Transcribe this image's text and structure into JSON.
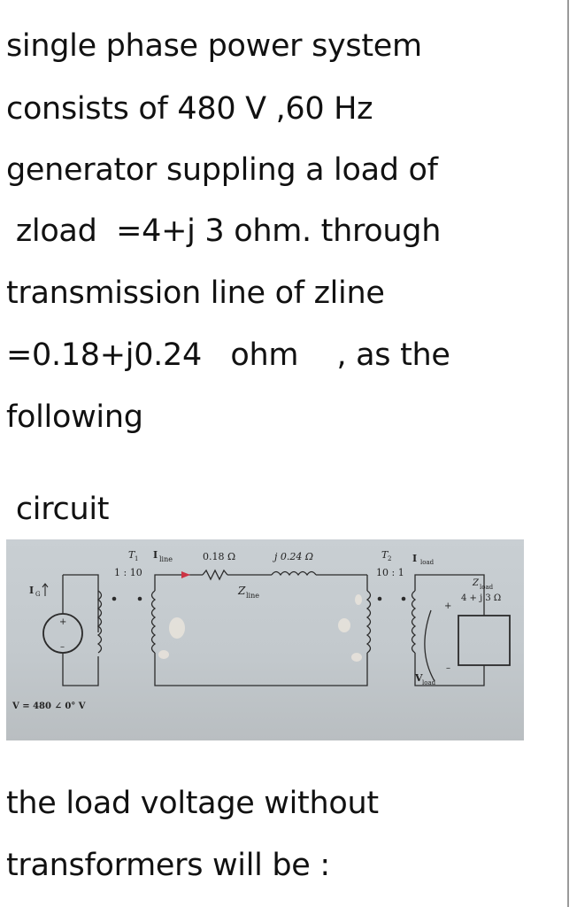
{
  "question": {
    "lines": [
      "single phase power system",
      "consists of 480 V ,60 Hz",
      "generator suppling a load of",
      " zload  =4+j 3 ohm. through",
      "transmission line of zline",
      "=0.18+j0.24   ohm    , as the",
      "following"
    ],
    "circuit_word": " circuit",
    "closing_lines": [
      "the load voltage without",
      "transformers will be :"
    ]
  },
  "circuit_figure": {
    "t1_label": "T",
    "t1_sub": "1",
    "t1_ratio": "1 : 10",
    "i_line": "I",
    "i_line_sub": "line",
    "r_line": "0.18 Ω",
    "x_line": "j 0.24 Ω",
    "z_line": "Z",
    "z_line_sub": "line",
    "t2_label": "T",
    "t2_sub": "2",
    "t2_ratio": "10 : 1",
    "i_load": "I",
    "i_load_sub": "load",
    "z_load": "Z",
    "z_load_sub": "load",
    "z_load_value": "4 + j 3 Ω",
    "i_g": "I",
    "i_g_sub": "G",
    "v_load": "V",
    "v_load_sub": "load",
    "source_voltage": "V = 480 ∠ 0° V",
    "plus": "+",
    "minus": "–"
  }
}
